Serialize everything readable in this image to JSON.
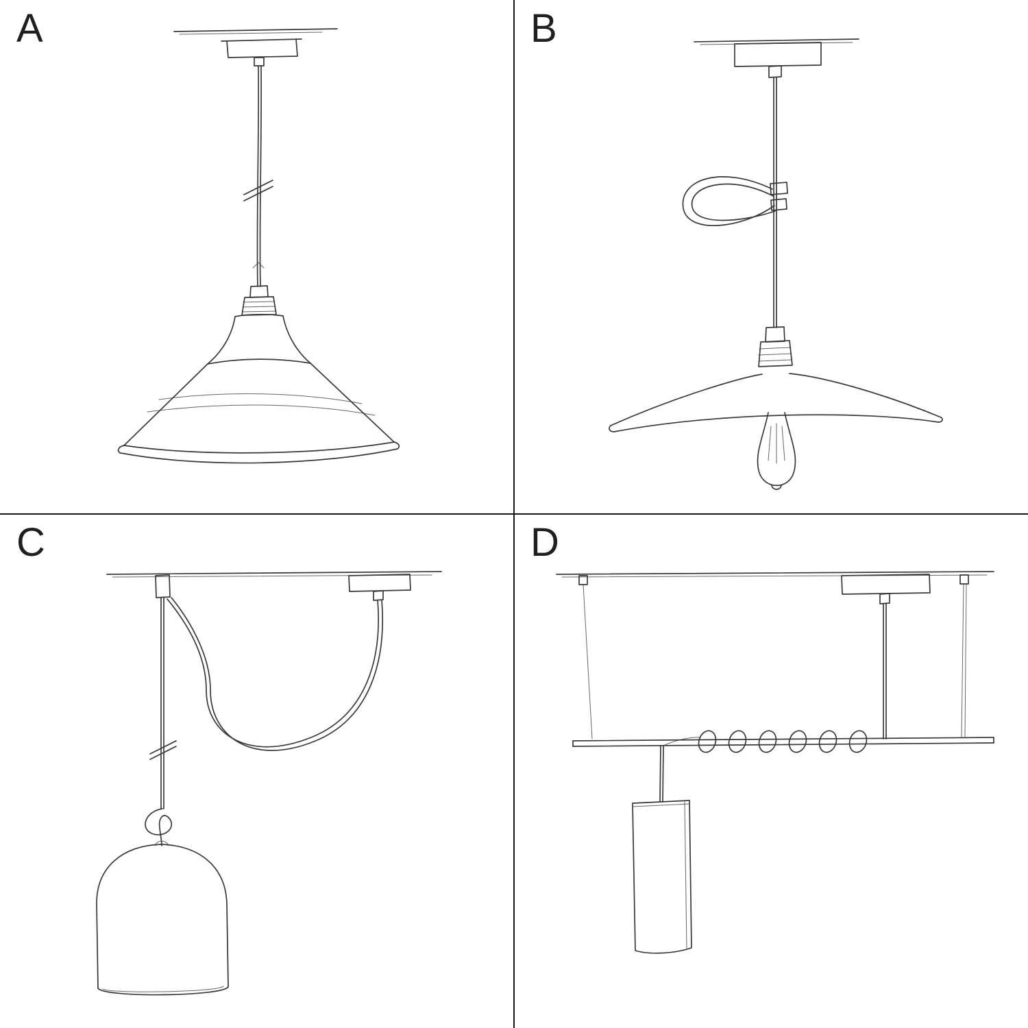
{
  "colors": {
    "ink": "#383838",
    "label": "#1f1f1f",
    "divider": "#161616",
    "background": "#ffffff"
  },
  "panels": [
    {
      "id": "A",
      "label": "A",
      "sketch": "pendant-lamp-industrial-bistro-shade-sketch"
    },
    {
      "id": "B",
      "label": "B",
      "sketch": "pendant-lamp-flat-plate-shade-bulb-cable-loop-sketch"
    },
    {
      "id": "C",
      "label": "C",
      "sketch": "swag-pendant-knotted-cable-bell-shade-sketch"
    },
    {
      "id": "D",
      "label": "D",
      "sketch": "bar-suspension-wrapped-cable-tube-pendant-sketch"
    }
  ]
}
